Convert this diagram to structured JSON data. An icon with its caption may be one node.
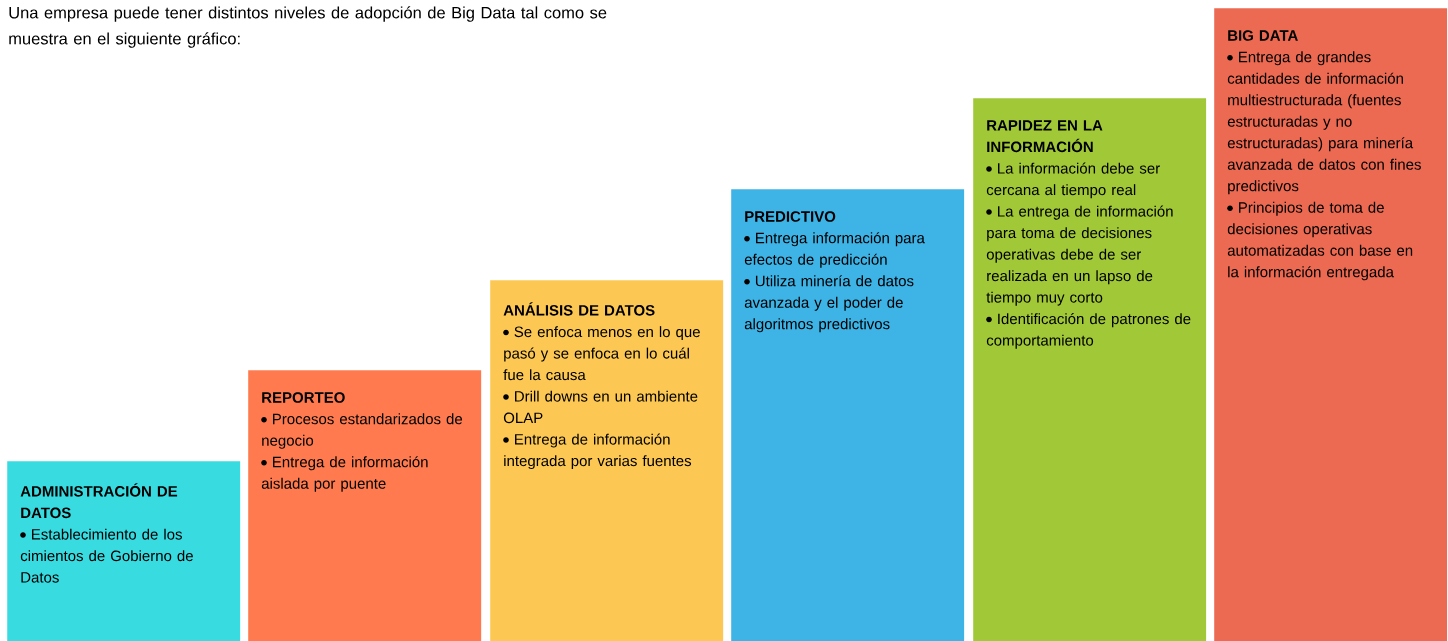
{
  "diagram": {
    "title": "Una empresa puede tener distintos niveles de adopción de Big Data tal como se muestra en el siguiente gráfico:",
    "nodes": [
      {
        "text": [
          "ADMINISTRACIÓN DE DATOS",
          "Establecimiento de los cimientos de Gobierno de Datos"
        ]
      },
      {
        "text": [
          "REPORTEO",
          "Procesos estandarizados de negocio",
          "Entrega de información aislada por puente"
        ]
      },
      {
        "text": [
          "ANÁLISIS DE DATOS",
          "Se enfoca menos en lo que pasó y se enfoca en lo cuál fue la causa",
          "Drill downs en un ambiente OLAP",
          "Entrega de información integrada por varias fuentes"
        ]
      },
      {
        "text": [
          "PREDICTIVO",
          "Entrega información para efectos de predicción",
          "Utiliza minería de datos avanzada y el poder de algoritmos predictivos"
        ]
      },
      {
        "text": [
          "RAPIDEZ EN LA INFORMACIÓN",
          "La información debe ser cercana al tiempo real",
          "La entrega de información para toma de decisiones operativas debe de ser realizada en un lapso de tiempo muy corto",
          "Identificación de patrones de comportamiento"
        ]
      },
      {
        "text": [
          "BIG DATA",
          "Entrega de grandes cantidades de información multiestructurada (fuentes estructuradas y no estructuradas) para minería avanzada de datos con fines predictivos",
          "Principios de toma de decisiones operativas automatizadas con base en la información entregada"
        ]
      }
    ]
  }
}
